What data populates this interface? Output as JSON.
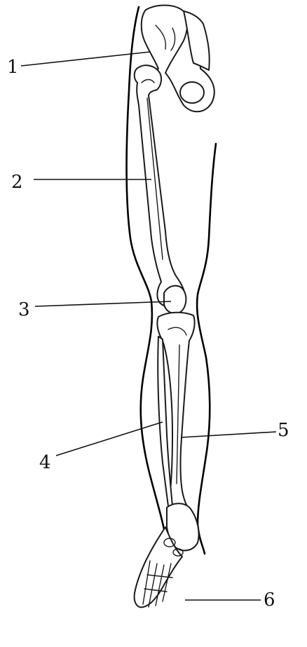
{
  "labels": {
    "l1": "1",
    "l2": "2",
    "l3": "3",
    "l4": "4",
    "l5": "5",
    "l6": "6"
  },
  "colors": {
    "ink": "#1a1a1a",
    "background": "#ffffff"
  }
}
